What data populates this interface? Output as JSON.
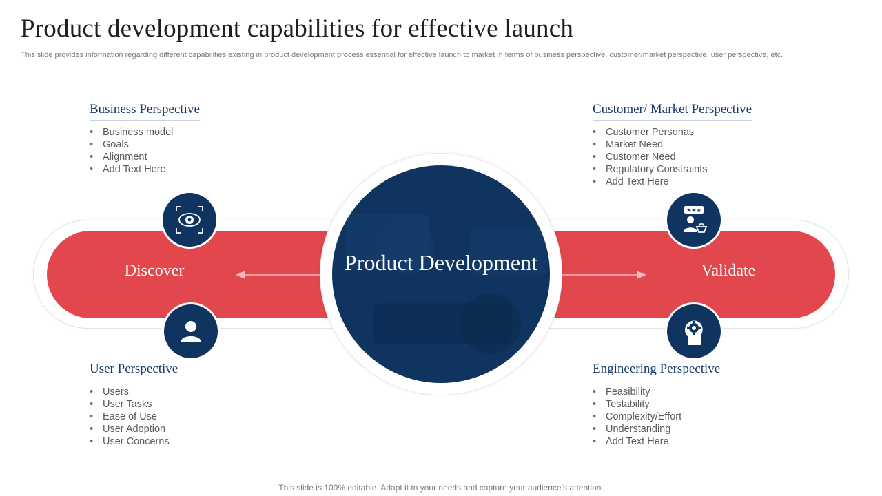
{
  "header": {
    "title": "Product development capabilities for effective launch",
    "subtitle": "This slide provides information regarding different capabilities existing in product development process essential for effective launch to market in terms of business perspective, customer/market perspective, user perspective, etc."
  },
  "center": {
    "label": "Product Development",
    "left_label": "Discover",
    "right_label": "Validate"
  },
  "blocks": {
    "business": {
      "title": "Business Perspective",
      "items": [
        "Business model",
        "Goals",
        "Alignment",
        "Add Text Here"
      ]
    },
    "customer": {
      "title": "Customer/ Market Perspective",
      "items": [
        "Customer Personas",
        "Market Need",
        "Customer Need",
        "Regulatory Constraints",
        "Add Text Here"
      ]
    },
    "user": {
      "title": "User Perspective",
      "items": [
        "Users",
        "User Tasks",
        "Ease of Use",
        "User Adoption",
        "User Concerns"
      ]
    },
    "engineering": {
      "title": "Engineering Perspective",
      "items": [
        "Feasibility",
        "Testability",
        "Complexity/Effort",
        "Understanding",
        "Add Text Here"
      ]
    }
  },
  "icons": {
    "business": "eye-scan-icon",
    "customer": "customer-review-icon",
    "user": "user-icon",
    "engineering": "gear-head-icon"
  },
  "colors": {
    "navy": "#0f3460",
    "red": "#e2474d",
    "heading": "#163a6b"
  },
  "footer": {
    "text": "This slide is 100% editable. Adapt it to your needs and capture your audience’s attention."
  }
}
